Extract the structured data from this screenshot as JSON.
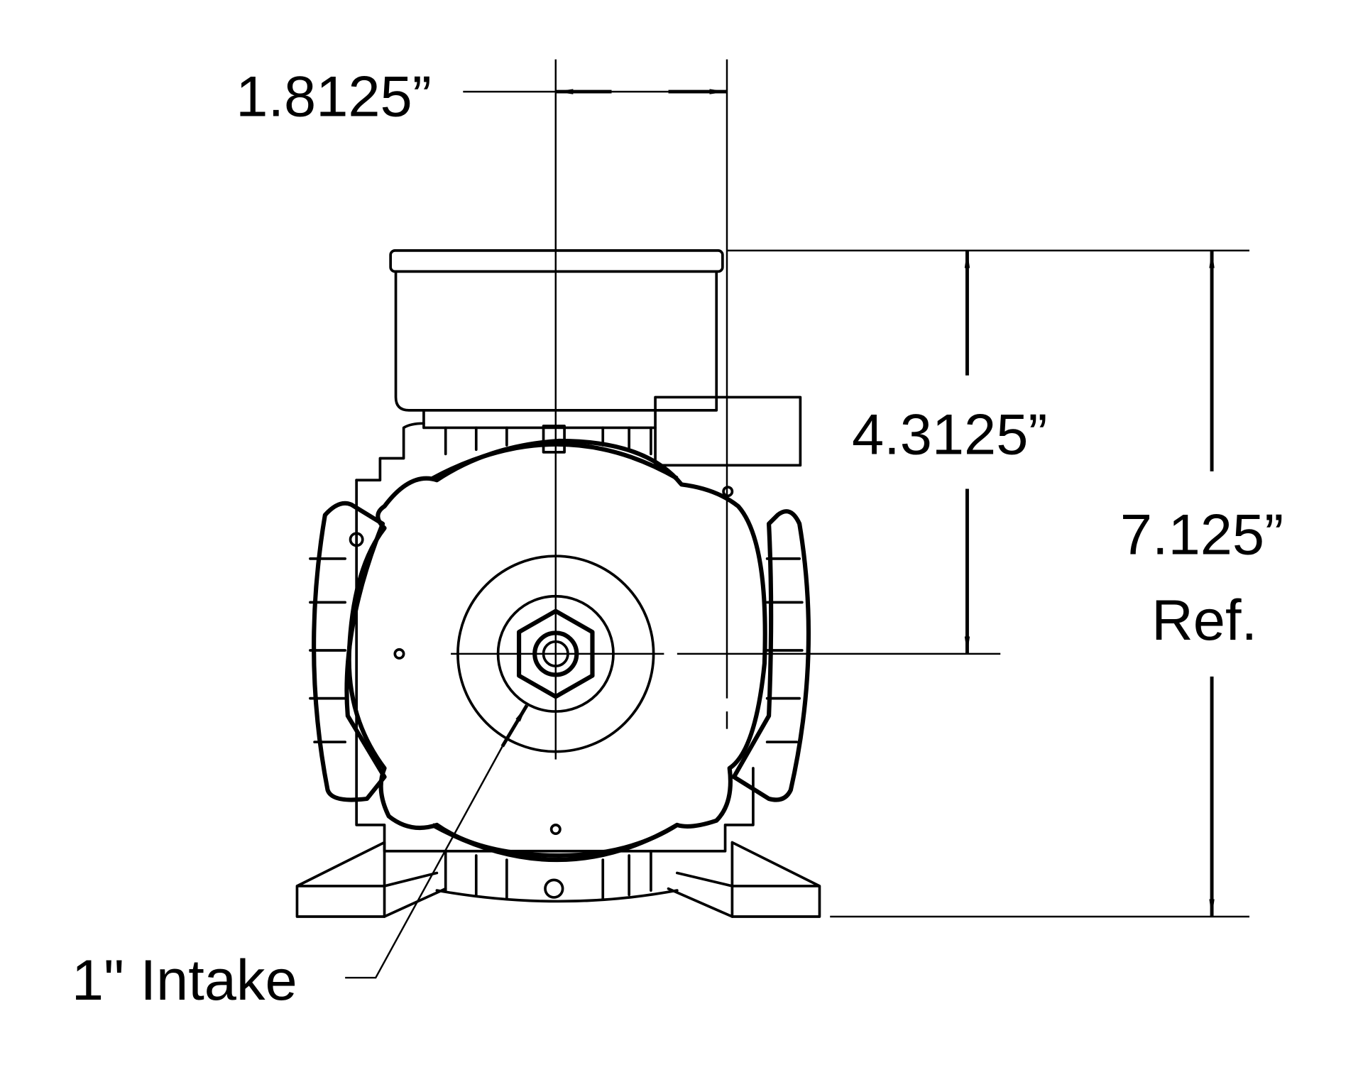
{
  "dimensions": {
    "shaft_offset": "1.8125”",
    "center_height": "4.3125”",
    "overall_height": "7.125”",
    "overall_height_note": "Ref."
  },
  "callouts": {
    "intake": "1\" Intake"
  },
  "colors": {
    "line": "#000000",
    "background": "#ffffff"
  }
}
